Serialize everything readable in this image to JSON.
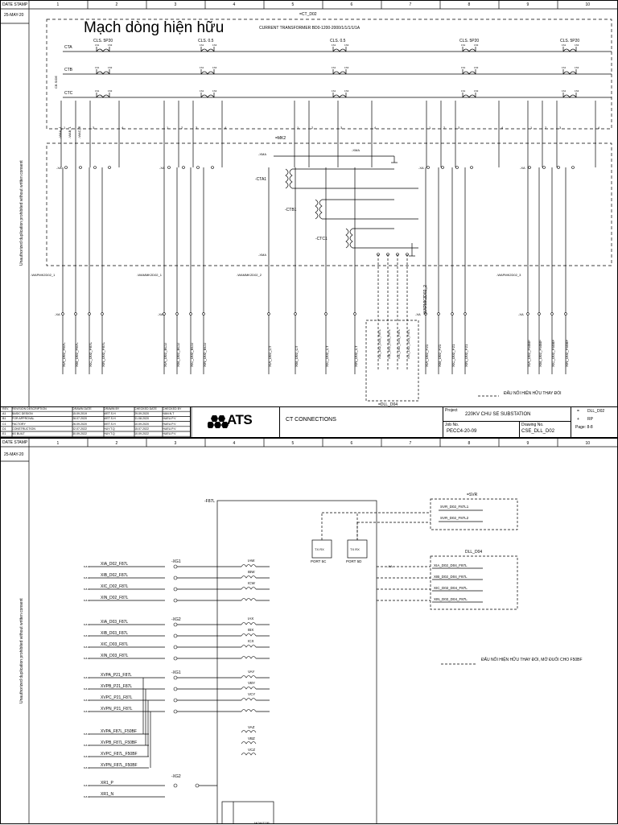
{
  "sheet1": {
    "date_stamp_label": "DATE STAMP",
    "date": "25-MAY-20",
    "columns": [
      "1",
      "2",
      "3",
      "4",
      "5",
      "6",
      "7",
      "8",
      "9",
      "10"
    ],
    "overlay_title": "Mạch dòng hiện hữu",
    "ct_group_label": "=CT_D02",
    "ct_transformer": "CURRENT TRANSFORMER BD0-1200-2000/1/1/1/1/1A",
    "ct_classes": [
      "CLS. 5P20",
      "CLS. 0.5",
      "CLS. 0.5",
      "CLS. 5P20",
      "CLS. 5P20"
    ],
    "phase_labels": [
      "CTA",
      "CTB",
      "CTC"
    ],
    "cb_side": "CB SIDE",
    "cable_labels": [
      "-WAA_1",
      "-WAB_1",
      "-WAC_1"
    ],
    "terminal_xa": "-XA",
    "terminal_xma": "-XMA",
    "mk2": "=MK2",
    "aux_cts": [
      "-CTA1",
      "-CTB1",
      "-CTC1"
    ],
    "bus_cables": [
      "-WAPMK2D02_1",
      "-WAMMK2D02_1",
      "-WAMMK2D02_2",
      "-WAPMK2D02_3"
    ],
    "vertical_cable": "-WAPMK2D02_2",
    "wire_labels": [
      "XIA_D02_F87L",
      "XIB_D02_F87L",
      "XIC_D02_F87L",
      "XIN_D02_F87L",
      "XIA_D02_BCU",
      "XIB_D02_BCU",
      "XIC_D02_BCU",
      "XIN_D02_BCU",
      "XIA_D02_CT",
      "XIB_D02_CT",
      "XIC_D02_CT",
      "XIN_D02_CT",
      "XIA_D02_F21",
      "XIB_D02_F21",
      "XIC_D02_F21",
      "XIN_D02_F21",
      "XIA_D02_F50BF",
      "XIB_D02_F50BF",
      "XIC_D02_F50BF",
      "XIN_D02_F50BF"
    ],
    "dll_wires": [
      "XIA_D02_D04_F87L",
      "XIB_D02_D04_F87L",
      "XIC_D02_D04_F87L",
      "XIN_D02_D04_F87L"
    ],
    "dll_box_label": "=DLL_D04",
    "legend_note": "ĐẤU NỐI HIỆN HỮU THAY ĐỔI",
    "unauthorized": "Unauthorized duplication prohibited without written consent",
    "revisions": {
      "headers": [
        "REV.",
        "REVISION DESCRIPTION",
        "DRAWN DATE",
        "DRAWN BY",
        "CHECKED DATE",
        "CHECKED BY"
      ],
      "rows": [
        [
          "A1",
          "BASIC DESIGN",
          "15.09.2019",
          "VIET.S.H",
          "29.09.2020",
          "HAN.N.T"
        ],
        [
          "B1",
          "FOR APPROVAL",
          "28.07.2020",
          "VIET.S.H",
          "01.08.2020",
          "HUEU.P.V"
        ],
        [
          "C1",
          "FACTORY",
          "26.09.2020",
          "VIET.S.H",
          "10.09.2020",
          "HUEU.P.V"
        ],
        [
          "D1",
          "CONSTRUCTION",
          "02.07.2022",
          "HUY.T.Q",
          "15.07.2022",
          "HUEU.P.V"
        ],
        [
          "E1",
          "AS BUILT",
          "30.09.2022",
          "HUY.T.Q",
          "10.09.2022",
          "HUEU.P.V"
        ]
      ]
    },
    "logo": "ATS",
    "drawing_title": "CT CONNECTIONS",
    "project_label": "Project",
    "project": "220KV CHU SE SUBSTATION",
    "job_label": "Job No.",
    "job_no": "PECC4-20-09",
    "drawing_label": "Drawing No.",
    "drawing_no": "CSE_DLL_D02",
    "right_block": [
      "=",
      "DLL_D02",
      "+",
      "RP"
    ],
    "page": "Page: 8-8"
  },
  "sheet2": {
    "date_stamp_label": "DATE STAMP",
    "date": "25-MAY-20",
    "columns": [
      "1",
      "2",
      "3",
      "4",
      "5",
      "6",
      "7",
      "8",
      "9",
      "10"
    ],
    "unauthorized": "Unauthorized duplication prohibited without written consent",
    "device": "-F87L",
    "ports": [
      {
        "label": "PORT 5C",
        "tag": "TX RX"
      },
      {
        "label": "PORT 5D",
        "tag": "TX RX"
      }
    ],
    "svr_box": "=SVR",
    "svr_wires": [
      "SVR_D02_F87L1",
      "SVR_D02_F87L2"
    ],
    "dll_box": "DLL_D04",
    "dll_wires": [
      "XIA_D02_D04_F87L",
      "XIB_D02_D04_F87L",
      "XIC_D02_D04_F87L",
      "XIN_D02_D04_F87L"
    ],
    "xg_labels": [
      "-XG1",
      "-XG2",
      "-XG1",
      "-XG1",
      "-XG2"
    ],
    "group1": [
      "XIA_D02_F87L",
      "XIB_D02_F87L",
      "XIC_D02_F87L",
      "XIN_D02_F87L"
    ],
    "group2": [
      "XIA_D03_F87L",
      "XIB_D03_F87L",
      "XIC_D03_F87L",
      "XIN_D03_F87L"
    ],
    "group3": [
      "XVPA_P21_F87L",
      "XVPB_P21_F87L",
      "XVPC_P21_F87L",
      "XVPN_P21_F87L"
    ],
    "group4": [
      "XVPA_F87L_F50BF",
      "XVPB_F87L_F50BF",
      "XVPC_F87L_F50BF",
      "XVPN_F87L_F50BF"
    ],
    "group5": [
      "XR1_P",
      "XR1_N"
    ],
    "coil_currents": [
      "IAW",
      "IBW",
      "ICW",
      "IAX",
      "IBX",
      "ICX"
    ],
    "coil_voltages": [
      "VAY",
      "VBY",
      "VCY",
      "VAZ",
      "VBZ",
      "VCZ"
    ],
    "legend_note": "ĐẤU NỐI HIỆN HỮU THAY ĐỔI, MỞ ĐUÔI CHO F50BF",
    "xa_label": "-XA",
    "monitor": "MONITOR"
  },
  "colors": {
    "line": "#000000",
    "background": "#ffffff"
  }
}
